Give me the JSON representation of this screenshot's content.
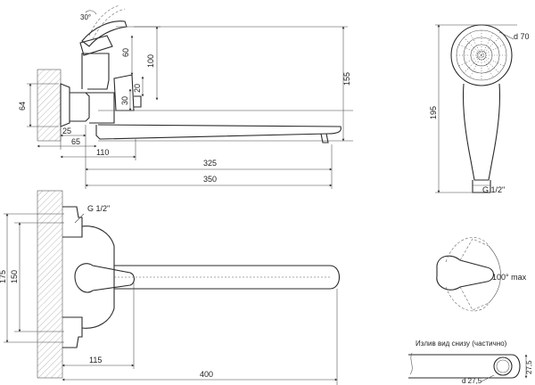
{
  "side_view": {
    "angle": "30°",
    "dims": {
      "h60": "60",
      "h100": "100",
      "h155": "155",
      "h64": "64",
      "h20": "20",
      "h30": "30",
      "w25": "25",
      "w65": "65",
      "w110": "110",
      "w325": "325",
      "w350": "350"
    }
  },
  "front_view": {
    "thread": "G 1/2\"",
    "dims": {
      "h175": "175",
      "h150": "150",
      "w115": "115",
      "w400": "400"
    }
  },
  "shower_head": {
    "diameter": "d 70",
    "height": "195",
    "thread": "G 1/2\""
  },
  "handle_view": {
    "angle": "100° max"
  },
  "spout_bottom": {
    "caption": "Излив вид снизу (частично)",
    "diameter": "d 27,5",
    "width": "27,5"
  }
}
